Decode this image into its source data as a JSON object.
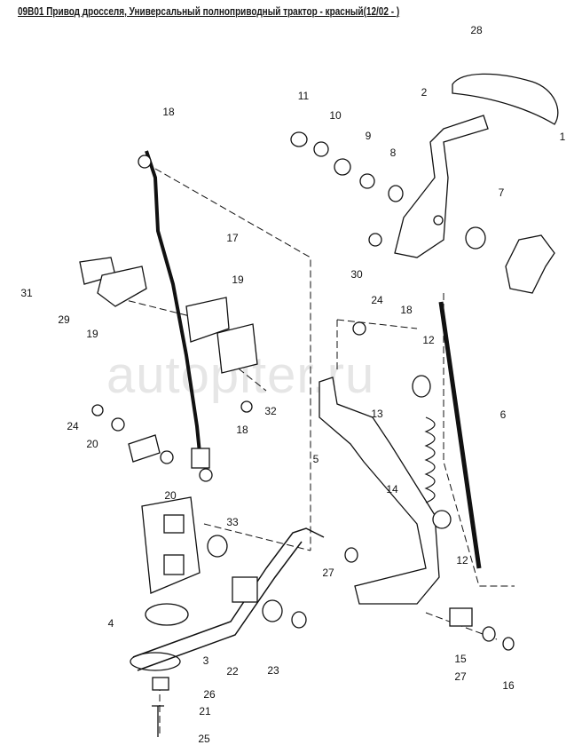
{
  "title": "09B01 Привод дросселя, Универсальный полноприводный трактор - красный(12/02 - )",
  "watermark": "autopiter.ru",
  "callouts": [
    "28",
    "1",
    "2",
    "11",
    "10",
    "9",
    "8",
    "7",
    "18",
    "17",
    "30",
    "24",
    "18",
    "31",
    "29",
    "19",
    "19",
    "12",
    "13",
    "6",
    "32",
    "24",
    "20",
    "18",
    "5",
    "14",
    "20",
    "33",
    "12",
    "27",
    "4",
    "22",
    "23",
    "15",
    "3",
    "27",
    "16",
    "26",
    "21",
    "25"
  ]
}
